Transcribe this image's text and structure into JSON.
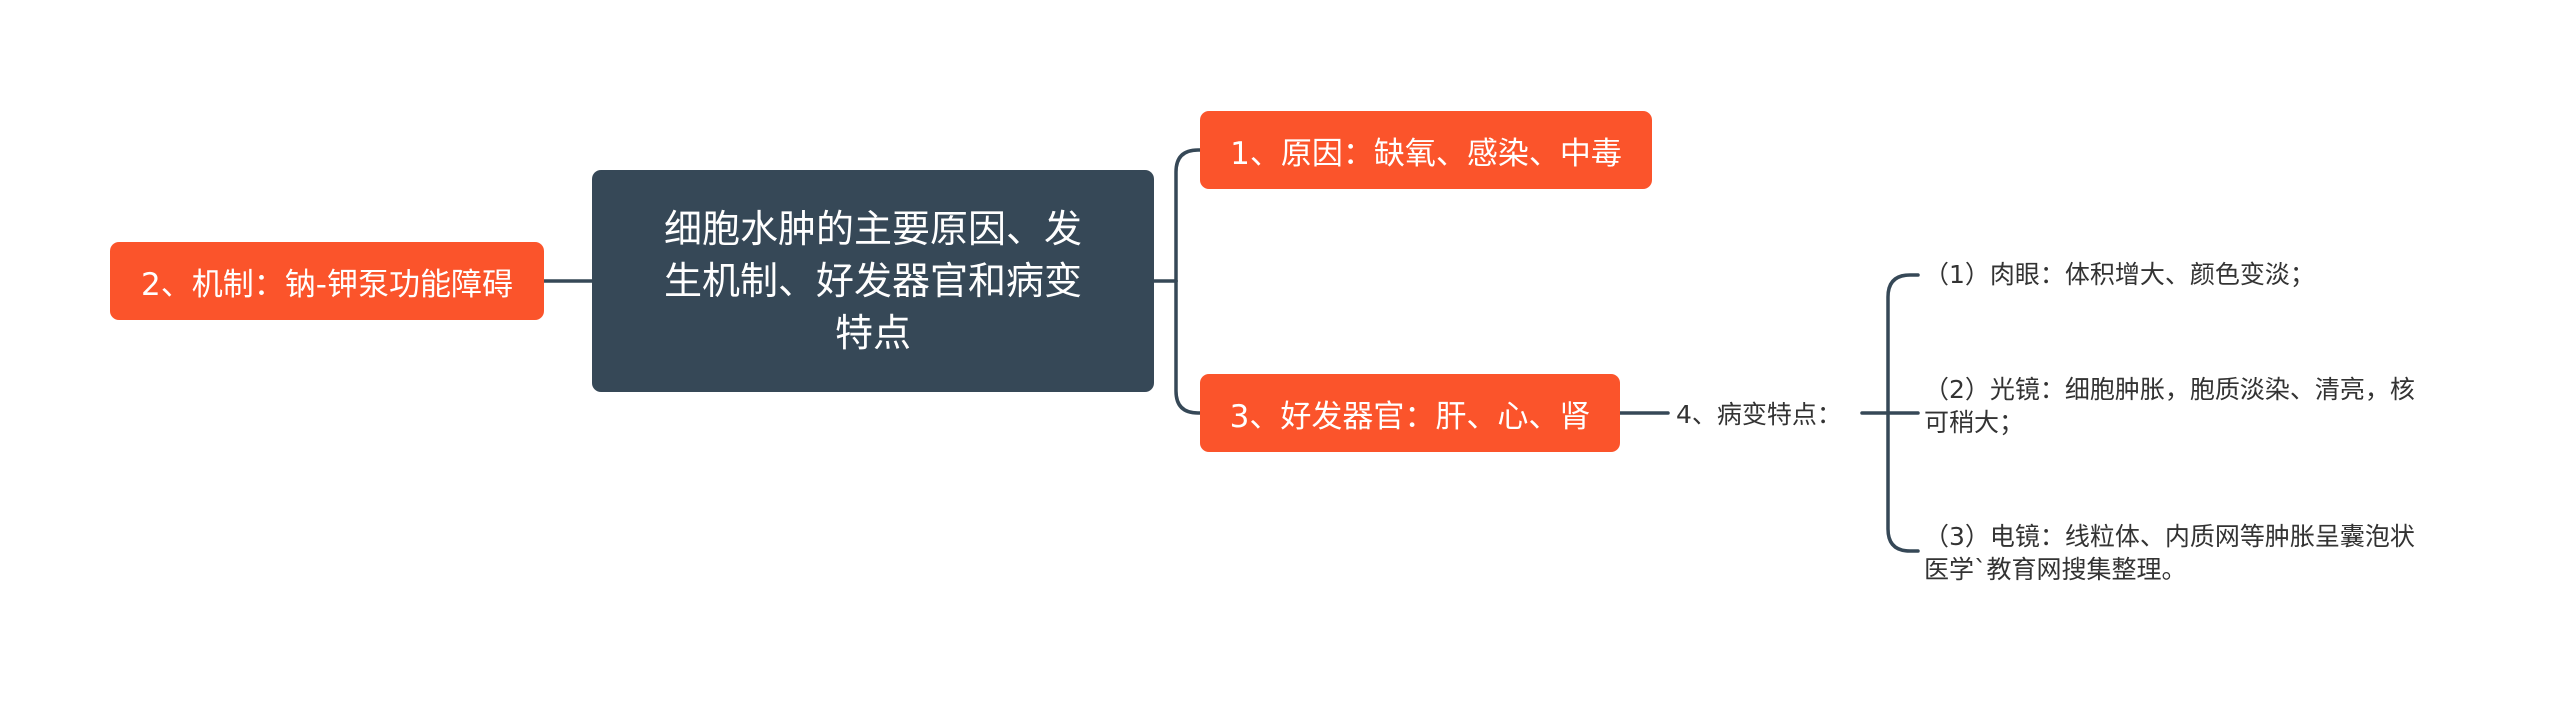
{
  "root": {
    "line1": "细胞水肿的主要原因、发",
    "line2": "生机制、好发器官和病变",
    "line3": "特点"
  },
  "branches": {
    "mechanism": "2、机制：钠-钾泵功能障碍",
    "cause": "1、原因：缺氧、感染、中毒",
    "organs": "3、好发器官：肝、心、肾",
    "features": "4、病变特点："
  },
  "features": {
    "gross": "（1）肉眼：体积增大、颜色变淡；",
    "light_line1": "（2）光镜：细胞肿胀，胞质淡染、清亮，核",
    "light_line2": "可稍大；",
    "em_line1": "（3）电镜：线粒体、内质网等肿胀呈囊泡状",
    "em_line2": "医学`教育网搜集整理。"
  },
  "colors": {
    "root_fill": "#364857",
    "branch_fill": "#fb542b",
    "connector": "#364857"
  }
}
